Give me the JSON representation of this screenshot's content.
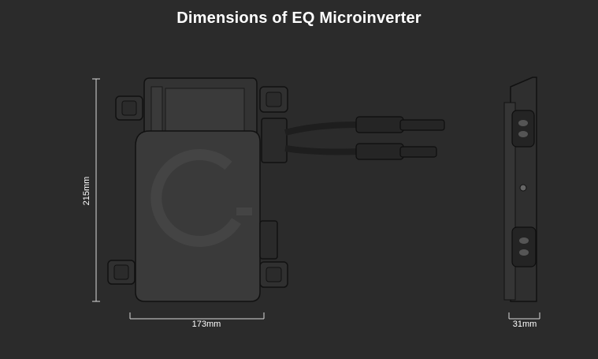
{
  "title": "Dimensions of EQ Microinverter",
  "dimensions": {
    "height": "215mm",
    "width": "173mm",
    "depth": "31mm"
  },
  "colors": {
    "background": "#2b2b2b",
    "device_body": "#3a3a3a",
    "device_dark": "#1f1f1f",
    "outline": "#111111",
    "dimension_line": "#d8d8d8"
  }
}
